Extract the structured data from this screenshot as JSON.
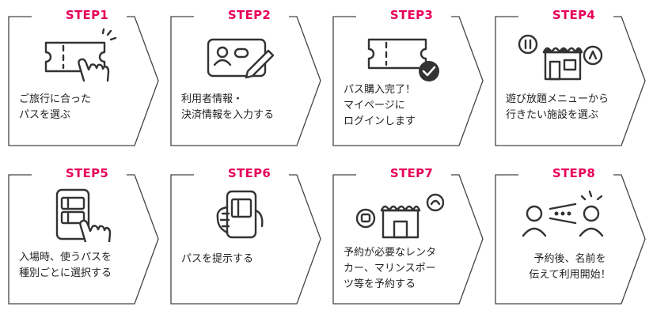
{
  "colors": {
    "accent": "#e6005a",
    "stroke": "#444444"
  },
  "steps": [
    {
      "label": "STEP1",
      "icon": "ticket-tap-icon",
      "desc": "ご旅行に合った\nパスを選ぶ"
    },
    {
      "label": "STEP2",
      "icon": "id-card-pen-icon",
      "desc": "利用者情報・\n決済情報を入力する"
    },
    {
      "label": "STEP3",
      "icon": "ticket-check-icon",
      "desc": "パス購入完了！\nマイページに\nログインします"
    },
    {
      "label": "STEP4",
      "icon": "shop-facilities-icon",
      "desc": "遊び放題メニューから\n行きたい施設を選ぶ"
    },
    {
      "label": "STEP5",
      "icon": "phone-tap-icon",
      "desc": "入場時、使うパスを\n種別ごとに選択する"
    },
    {
      "label": "STEP6",
      "icon": "phone-hand-icon",
      "desc": "パスを提示する"
    },
    {
      "label": "STEP7",
      "icon": "shop-rental-icon",
      "desc": "予約が必要なレンタ\nカー、マリンスポー\nツ等を予約する"
    },
    {
      "label": "STEP8",
      "icon": "conversation-icon",
      "desc": "予約後、名前を\n伝えて利用開始！"
    }
  ]
}
